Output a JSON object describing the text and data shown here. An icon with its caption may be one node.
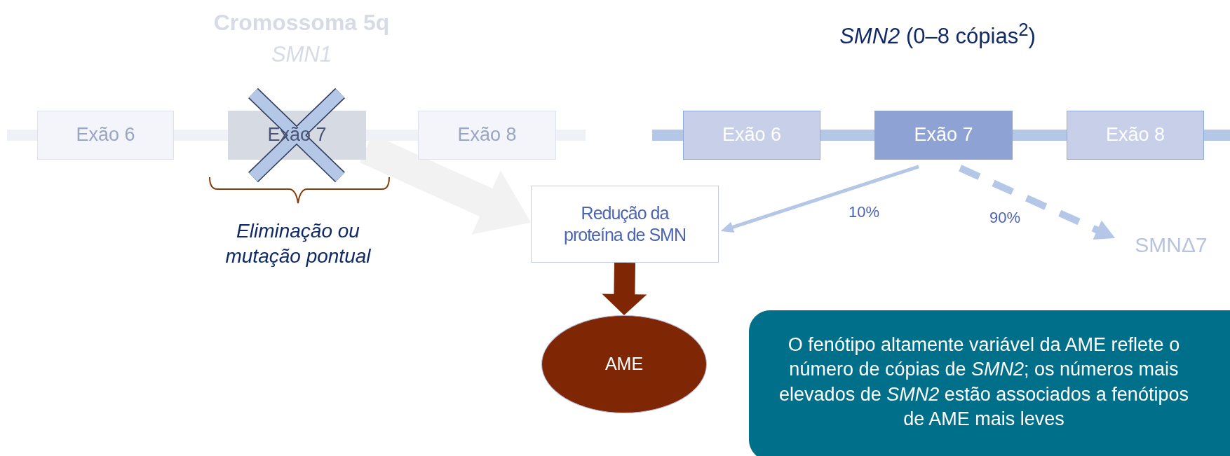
{
  "diagram": {
    "nodes": [
      {
        "text": [
          "Exão 6"
        ]
      },
      {
        "text": [
          "Exão 7"
        ]
      },
      {
        "text": [
          "Exão 8"
        ]
      },
      {
        "text": [
          "Exão 6"
        ]
      },
      {
        "text": [
          "Exão 7"
        ]
      },
      {
        "text": [
          "Exão 8"
        ]
      },
      {
        "text": [
          "Redução da proteína de SMN"
        ]
      },
      {
        "text": [
          "AME"
        ]
      },
      {
        "text": [
          "SMNΔ7"
        ]
      },
      {
        "text": [
          "O fenótipo altamente variável da AME reflete o número de cópias de *SMN2*; os números mais elevados de *SMN2* estão associados a fenótipos de AME mais leves"
        ]
      }
    ],
    "edges": [
      {
        "from": 1,
        "to": 6,
        "arrow": "to",
        "style": "thick",
        "color": "#f2f2f2"
      },
      {
        "from": 4,
        "to": 6,
        "arrow": "to",
        "label": "10%"
      },
      {
        "from": 4,
        "to": 8,
        "arrow": "to",
        "label": "90%",
        "style": "dashed"
      },
      {
        "from": 6,
        "to": 7,
        "arrow": "to",
        "style": "thick",
        "color": "#7f2704"
      },
      {
        "from": null,
        "to": 0,
        "arrow": "none",
        "color": "#eef1f6"
      },
      {
        "from": 0,
        "to": 1,
        "arrow": "none",
        "color": "#eef1f6"
      },
      {
        "from": 1,
        "to": 2,
        "arrow": "none",
        "color": "#eef1f6"
      },
      {
        "from": 2,
        "to": null,
        "arrow": "none",
        "color": "#eef1f6"
      },
      {
        "from": null,
        "to": 3,
        "arrow": "none"
      },
      {
        "from": 3,
        "to": 4,
        "arrow": "none"
      },
      {
        "from": 4,
        "to": 5,
        "arrow": "none"
      },
      {
        "from": 5,
        "to": null,
        "arrow": "none"
      }
    ],
    "labels": [
      "Cromossoma 5q",
      "SMN1",
      "*SMN2* (0–8 cópias$^{2}$)",
      "Eliminação ou mutação pontual"
    ]
  }
}
